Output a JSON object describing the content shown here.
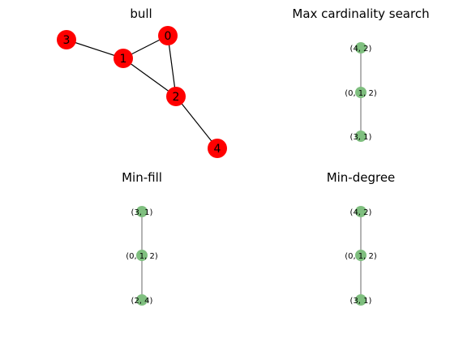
{
  "panels": {
    "bull": {
      "title": "bull",
      "node_color": "#ff0000",
      "edge_color": "#000000",
      "nodes": [
        "0",
        "1",
        "2",
        "3",
        "4"
      ],
      "edges": [
        [
          "3",
          "1"
        ],
        [
          "1",
          "0"
        ],
        [
          "1",
          "2"
        ],
        [
          "0",
          "2"
        ],
        [
          "2",
          "4"
        ]
      ]
    },
    "max_cardinality": {
      "title": "Max cardinality search",
      "node_color": "#7fbf7f",
      "edge_color": "#808080",
      "nodes": [
        "(4, 2)",
        "(0, 1, 2)",
        "(3, 1)"
      ]
    },
    "min_fill": {
      "title": "Min-fill",
      "node_color": "#7fbf7f",
      "edge_color": "#808080",
      "nodes": [
        "(3, 1)",
        "(0, 1, 2)",
        "(2, 4)"
      ]
    },
    "min_degree": {
      "title": "Min-degree",
      "node_color": "#7fbf7f",
      "edge_color": "#808080",
      "nodes": [
        "(4, 2)",
        "(0, 1, 2)",
        "(3, 1)"
      ]
    }
  }
}
